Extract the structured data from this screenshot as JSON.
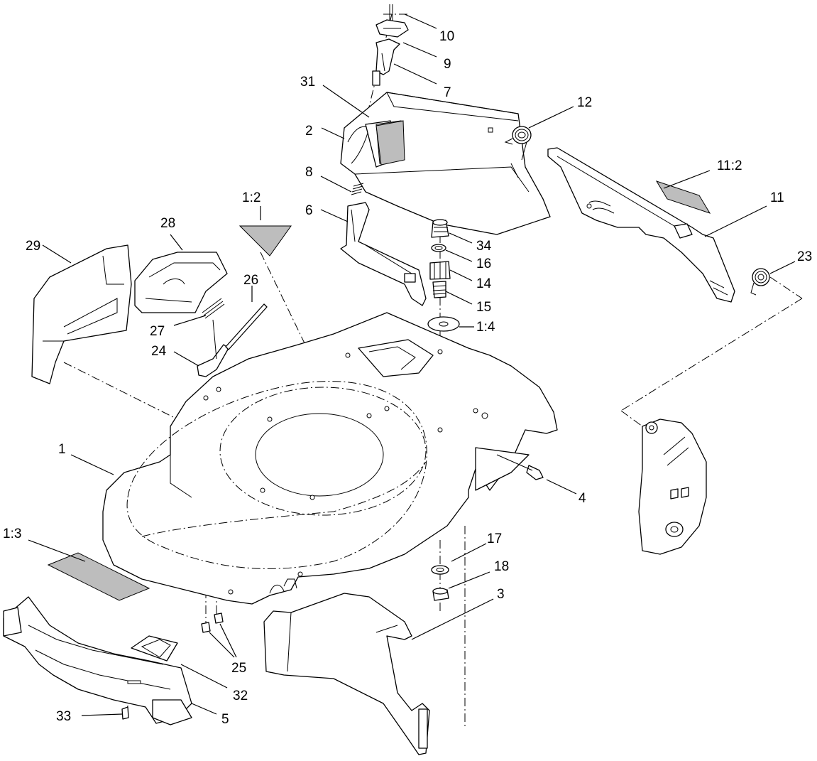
{
  "labels": {
    "p1": "1",
    "p1_2": "1:2",
    "p1_3": "1:3",
    "p1_4": "1:4",
    "p2": "2",
    "p3": "3",
    "p4": "4",
    "p5": "5",
    "p6": "6",
    "p7": "7",
    "p8": "8",
    "p9": "9",
    "p10": "10",
    "p11": "11",
    "p11_2": "11:2",
    "p12": "12",
    "p14": "14",
    "p15": "15",
    "p16": "16",
    "p17": "17",
    "p18": "18",
    "p23": "23",
    "p24": "24",
    "p25": "25",
    "p26": "26",
    "p27": "27",
    "p28": "28",
    "p29": "29",
    "p31": "31",
    "p32": "32",
    "p33": "33",
    "p34": "34"
  }
}
